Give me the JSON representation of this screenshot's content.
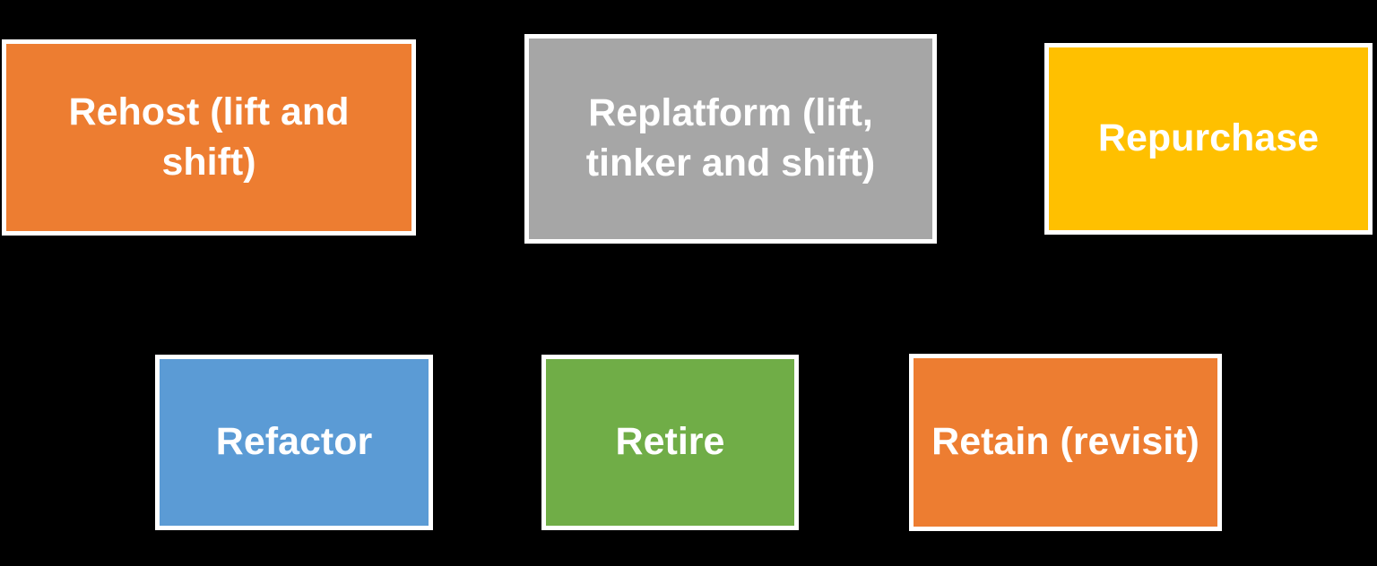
{
  "background_color": "#000000",
  "border_color": "#FFFFFF",
  "text_color": "#FFFFFF",
  "boxes": [
    {
      "id": "rehost",
      "label": "Rehost (lift and\nshift)",
      "color": "#ED7D31"
    },
    {
      "id": "replatform",
      "label": "Replatform (lift,\ntinker and shift)",
      "color": "#A6A6A6"
    },
    {
      "id": "repurchase",
      "label": "Repurchase",
      "color": "#FFC000"
    },
    {
      "id": "refactor",
      "label": "Refactor",
      "color": "#5B9BD5"
    },
    {
      "id": "retire",
      "label": "Retire",
      "color": "#70AD47"
    },
    {
      "id": "retain",
      "label": "Retain (revisit)",
      "color": "#ED7D31"
    }
  ]
}
